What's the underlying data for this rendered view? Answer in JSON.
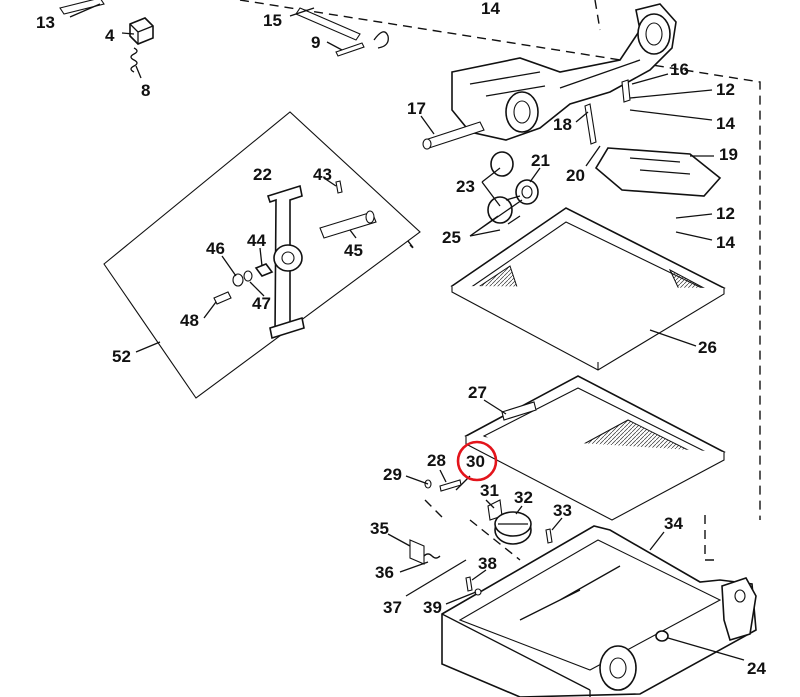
{
  "callouts": [
    {
      "id": "13",
      "text": "13"
    },
    {
      "id": "4",
      "text": "4"
    },
    {
      "id": "8",
      "text": "8"
    },
    {
      "id": "15",
      "text": "15"
    },
    {
      "id": "14a",
      "text": "14"
    },
    {
      "id": "9",
      "text": "9"
    },
    {
      "id": "16",
      "text": "16"
    },
    {
      "id": "12a",
      "text": "12"
    },
    {
      "id": "14b",
      "text": "14"
    },
    {
      "id": "17",
      "text": "17"
    },
    {
      "id": "18",
      "text": "18"
    },
    {
      "id": "19",
      "text": "19"
    },
    {
      "id": "20",
      "text": "20"
    },
    {
      "id": "21",
      "text": "21"
    },
    {
      "id": "22",
      "text": "22"
    },
    {
      "id": "43",
      "text": "43"
    },
    {
      "id": "23",
      "text": "23"
    },
    {
      "id": "12b",
      "text": "12"
    },
    {
      "id": "14c",
      "text": "14"
    },
    {
      "id": "25",
      "text": "25"
    },
    {
      "id": "46",
      "text": "46"
    },
    {
      "id": "44",
      "text": "44"
    },
    {
      "id": "45",
      "text": "45"
    },
    {
      "id": "47",
      "text": "47"
    },
    {
      "id": "48",
      "text": "48"
    },
    {
      "id": "26",
      "text": "26"
    },
    {
      "id": "52",
      "text": "52"
    },
    {
      "id": "27",
      "text": "27"
    },
    {
      "id": "30",
      "text": "30"
    },
    {
      "id": "28",
      "text": "28"
    },
    {
      "id": "29",
      "text": "29"
    },
    {
      "id": "31",
      "text": "31"
    },
    {
      "id": "32",
      "text": "32"
    },
    {
      "id": "33",
      "text": "33"
    },
    {
      "id": "34",
      "text": "34"
    },
    {
      "id": "35",
      "text": "35"
    },
    {
      "id": "38",
      "text": "38"
    },
    {
      "id": "36",
      "text": "36"
    },
    {
      "id": "37",
      "text": "37"
    },
    {
      "id": "39",
      "text": "39"
    },
    {
      "id": "24",
      "text": "24"
    }
  ],
  "highlighted_callout": "30",
  "highlight_color": "#e3141b",
  "line_color": "#111111",
  "background_color": "#ffffff"
}
